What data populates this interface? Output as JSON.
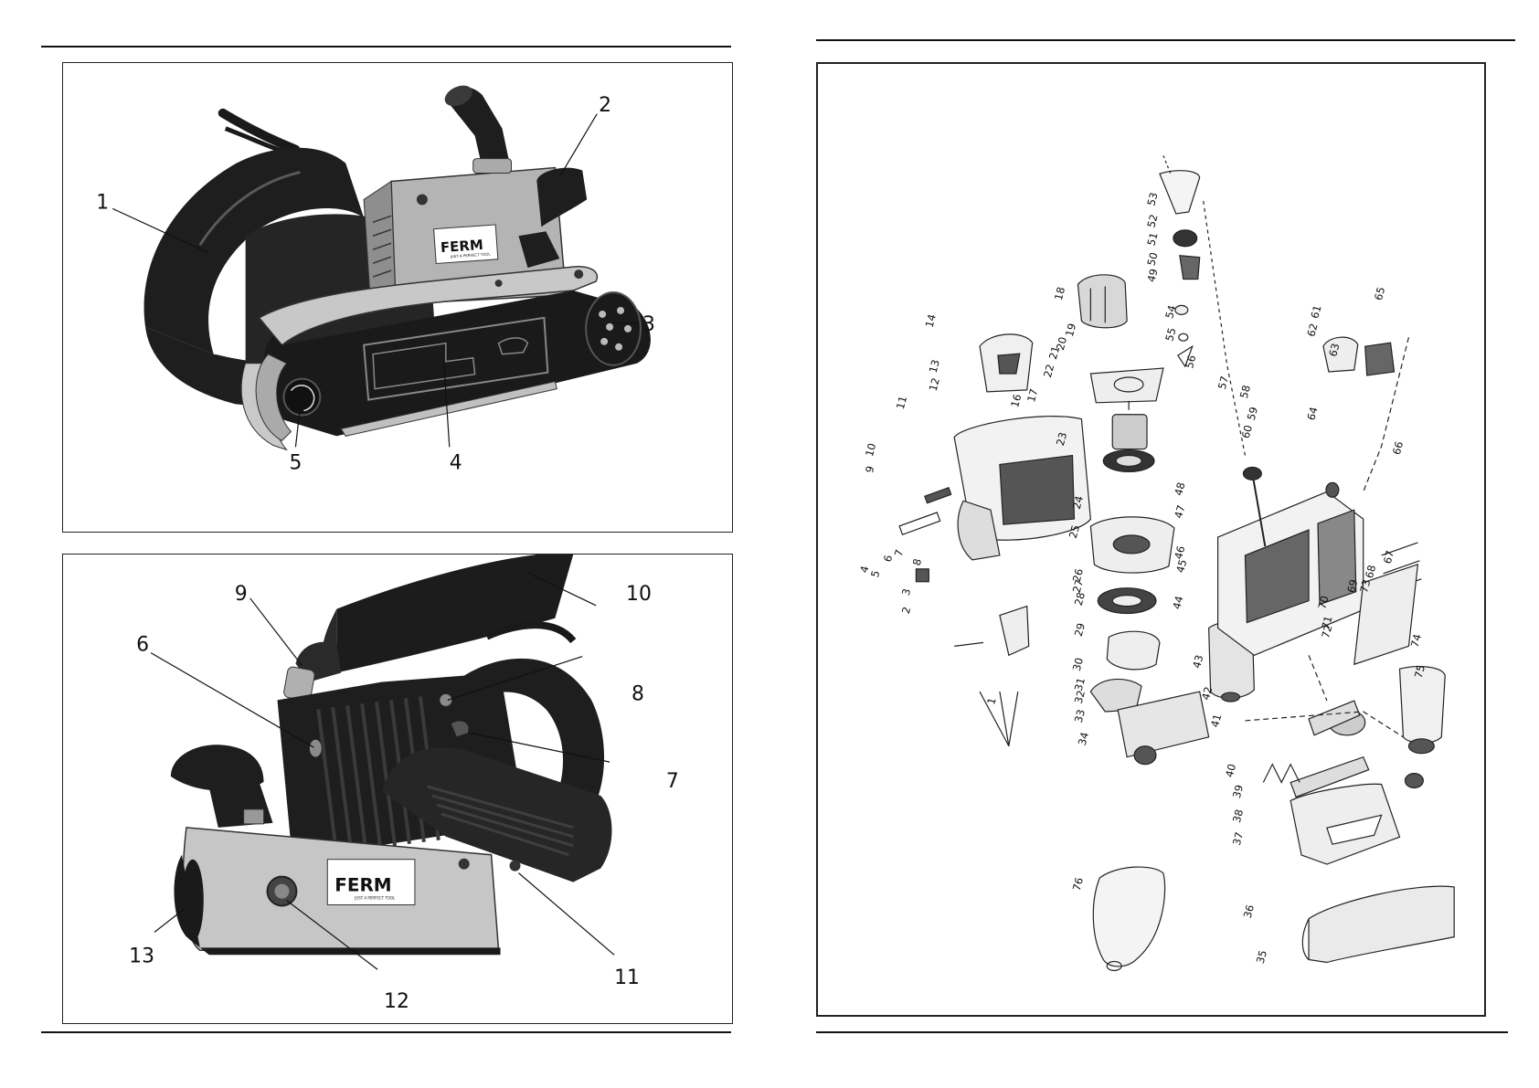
{
  "brand": {
    "logo": "FERM",
    "tagline": "JUST A PERFECT TOOL"
  },
  "figure1": {
    "callouts": [
      "1",
      "2",
      "3",
      "4",
      "5"
    ]
  },
  "figure2": {
    "callouts": [
      "6",
      "7",
      "8",
      "9",
      "10",
      "11",
      "12",
      "13"
    ]
  },
  "exploded": {
    "parts": [
      "1",
      "2",
      "3",
      "4",
      "5",
      "6",
      "7",
      "8",
      "9",
      "10",
      "11",
      "12",
      "13",
      "14",
      "16",
      "17",
      "18",
      "19",
      "20",
      "21",
      "22",
      "23",
      "24",
      "25",
      "26",
      "27",
      "28",
      "29",
      "30",
      "31",
      "32",
      "33",
      "34",
      "35",
      "36",
      "37",
      "38",
      "39",
      "40",
      "41",
      "42",
      "43",
      "44",
      "45",
      "46",
      "47",
      "48",
      "49",
      "50",
      "51",
      "52",
      "53",
      "54",
      "55",
      "56",
      "57",
      "58",
      "59",
      "60",
      "61",
      "62",
      "63",
      "64",
      "65",
      "66",
      "67",
      "68",
      "69",
      "70",
      "71",
      "72",
      "73",
      "74",
      "75",
      "76"
    ]
  },
  "colors": {
    "ink": "#111111",
    "body": "#1e1e1e",
    "metal": "#b4b4b4"
  }
}
